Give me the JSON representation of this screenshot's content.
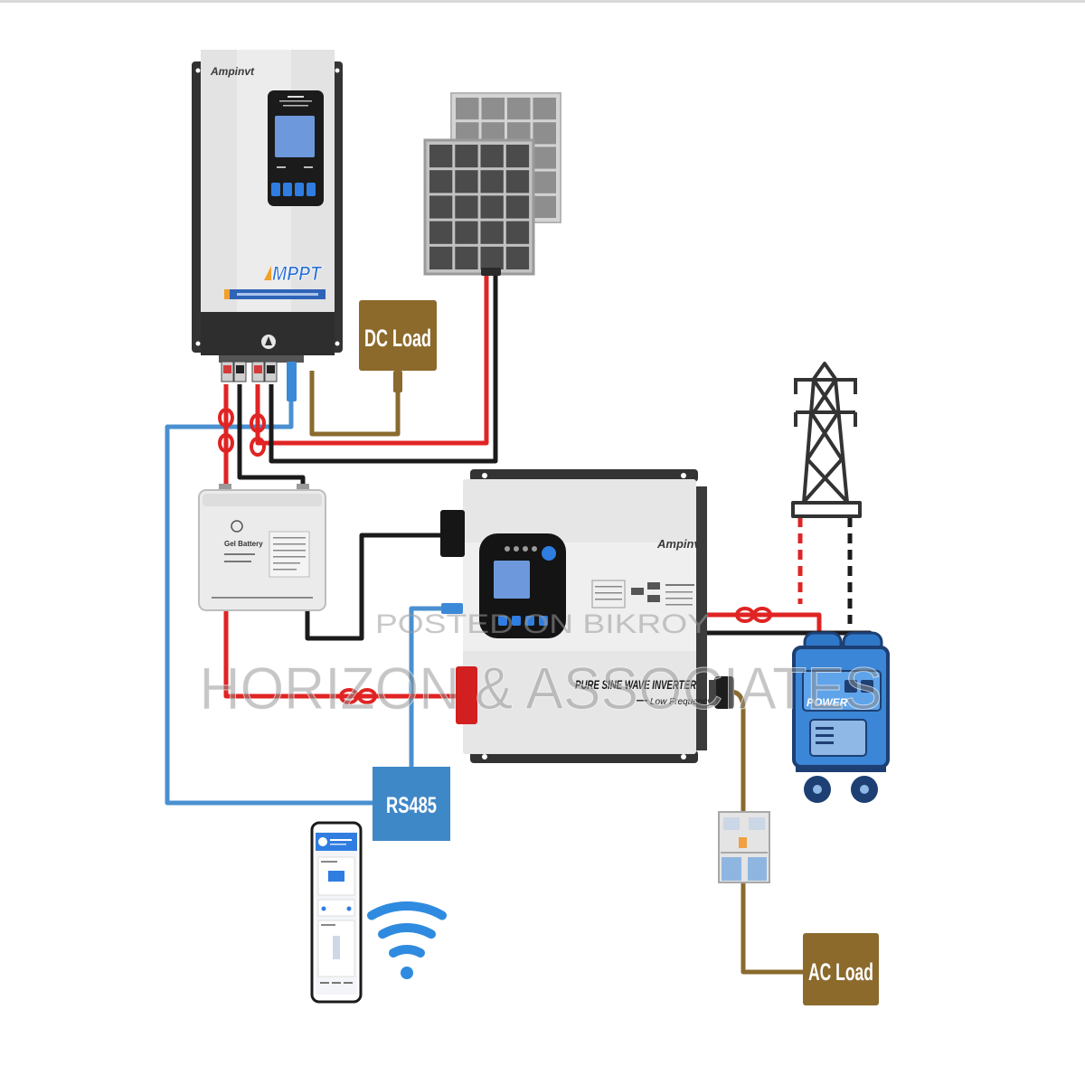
{
  "mppt_controller": {
    "brand": "Ampinvt",
    "label": "MPPT"
  },
  "dc_load": {
    "label": "DC Load"
  },
  "battery": {
    "label": "Gel Battery"
  },
  "inverter": {
    "brand": "Ampinvt",
    "title": "PURE SINE WAVE INVERTER",
    "subtitle": "Low Frequency"
  },
  "generator": {
    "label": "POWER"
  },
  "rs485": {
    "label": "RS485"
  },
  "ac_load": {
    "label": "AC Load"
  },
  "watermark": {
    "line1": "POSTED ON BIKROY",
    "line2": "HORIZON & ASSOCIATES"
  },
  "icons": {
    "solar": "solar-panel-icon",
    "grid": "transmission-tower-icon",
    "app": "smartphone-icon",
    "wireless": "wifi-icon",
    "breaker": "circuit-breaker-icon",
    "generator": "generator-icon"
  },
  "colors": {
    "wire_positive": "#e02424",
    "wire_negative": "#1b1b1b",
    "wire_communication": "#4a90d0",
    "wire_load": "#8a6a2e",
    "load_box": "#8c6a2c",
    "rs485_box": "#3f88c8",
    "wifi": "#2f8be0",
    "generator": "#3b86d6"
  }
}
